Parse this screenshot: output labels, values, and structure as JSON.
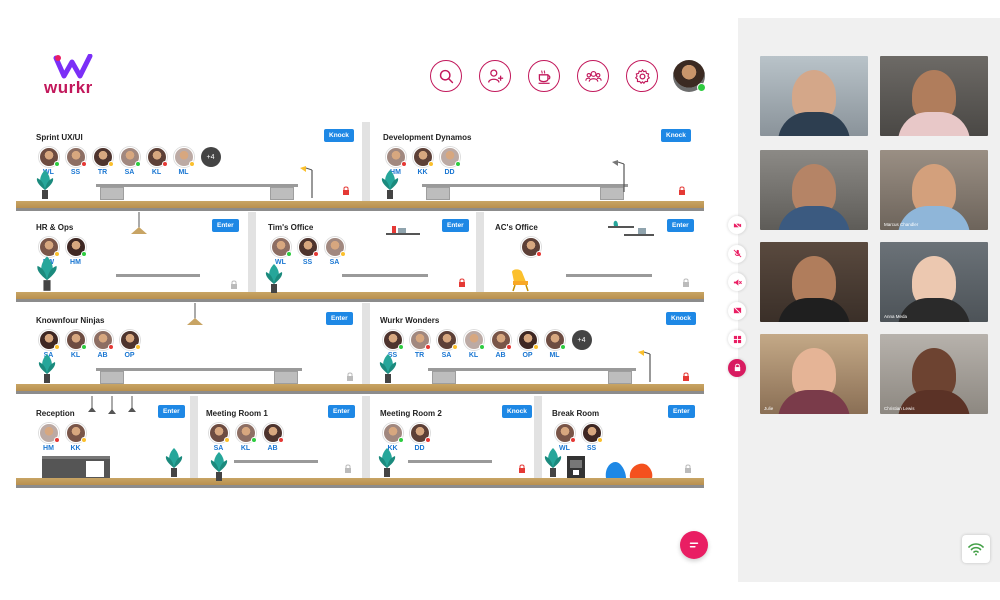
{
  "brand": {
    "name": "wurkr",
    "color": "#c2185b"
  },
  "toolbar": {
    "items": [
      {
        "icon": "search-icon"
      },
      {
        "icon": "add-user-icon"
      },
      {
        "icon": "coffee-icon"
      },
      {
        "icon": "team-icon"
      },
      {
        "icon": "settings-icon"
      }
    ]
  },
  "rooms": {
    "sprint": {
      "title": "Sprint UX/UI",
      "button": "Knock",
      "people": [
        "WL",
        "SS",
        "TR",
        "SA",
        "KL",
        "ML"
      ],
      "more": "+4"
    },
    "dynamos": {
      "title": "Development Dynamos",
      "button": "Knock",
      "people": [
        "HM",
        "KK",
        "DD"
      ]
    },
    "hr": {
      "title": "HR & Ops",
      "button": "Enter",
      "people": [
        "EW",
        "HM"
      ]
    },
    "tims": {
      "title": "Tim's Office",
      "button": "Enter",
      "people": [
        "WL",
        "SS",
        "SA"
      ]
    },
    "acs": {
      "title": "AC's Office",
      "button": "Enter",
      "people": []
    },
    "ninjas": {
      "title": "Knownfour Ninjas",
      "button": "Enter",
      "people": [
        "SA",
        "KL",
        "AB",
        "OP"
      ]
    },
    "wonders": {
      "title": "Wurkr Wonders",
      "button": "Knock",
      "people": [
        "SS",
        "TR",
        "SA",
        "KL",
        "AB",
        "OP",
        "ML"
      ],
      "more": "+4"
    },
    "reception": {
      "title": "Reception",
      "button": "Enter",
      "people": [
        "HM",
        "KK"
      ]
    },
    "meeting1": {
      "title": "Meeting Room 1",
      "button": "Enter",
      "people": [
        "SA",
        "KL",
        "AB"
      ]
    },
    "meeting2": {
      "title": "Meeting Room 2",
      "button": "Knock",
      "people": [
        "KK",
        "DD"
      ]
    },
    "breakroom": {
      "title": "Break Room",
      "button": "Enter",
      "people": [
        "WL",
        "SS"
      ]
    }
  },
  "video": {
    "captions": [
      "",
      "",
      "",
      "Marcus Chandler",
      "",
      "Anna Meda",
      "Julie",
      "Christian Lewis"
    ]
  },
  "colors": {
    "accent": "#d81b60",
    "button": "#1e88e5",
    "online": "#2ecc40",
    "busy": "#e53935",
    "away": "#fbc02d"
  }
}
